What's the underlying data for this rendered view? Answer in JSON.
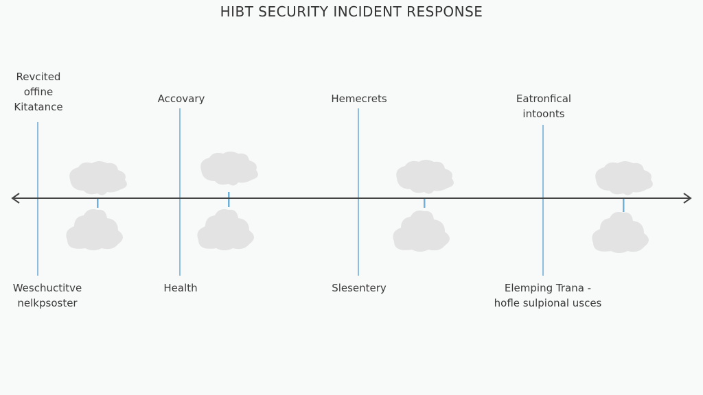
{
  "title": "HIBT SECURITY INCIDENT RESPONSE",
  "top_labels": [
    {
      "lines": [
        "Revcited",
        "offine",
        "Kitatance"
      ]
    },
    {
      "lines": [
        "Accovary"
      ]
    },
    {
      "lines": [
        "Hemecrets"
      ]
    },
    {
      "lines": [
        "Eatronfical",
        "intoonts"
      ]
    }
  ],
  "bottom_labels": [
    {
      "lines": [
        "Weschuctitve",
        "nelkpsoster"
      ]
    },
    {
      "lines": [
        "Health"
      ]
    },
    {
      "lines": [
        "Slesentery"
      ]
    },
    {
      "lines": [
        "Elemping Trana -",
        "hofle sulpional usces"
      ]
    }
  ],
  "colors": {
    "axis": "#444444",
    "marker": "#5aa0d0",
    "cloud": "#e2e2e2"
  }
}
